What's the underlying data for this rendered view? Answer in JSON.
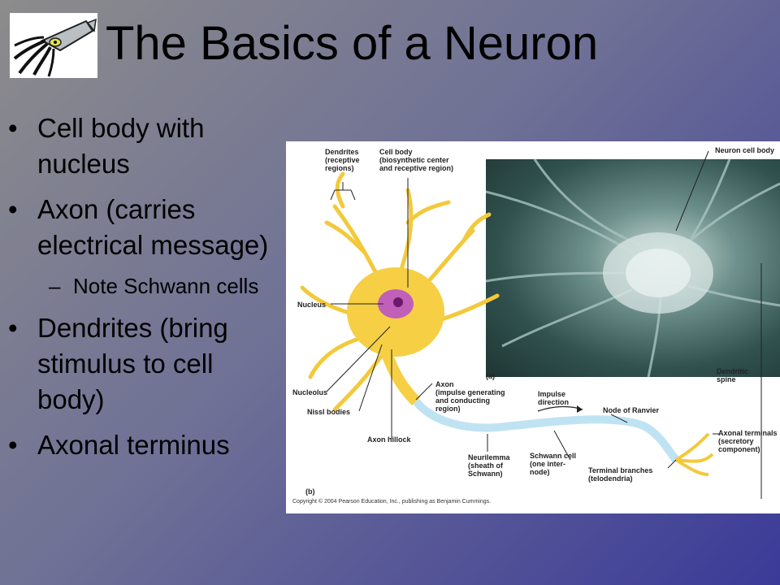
{
  "slide": {
    "title": "The Basics of a Neuron",
    "logo_icon": "squid-icon",
    "bullets": [
      {
        "text": "Cell body with nucleus"
      },
      {
        "text": "Axon (carries electrical message)"
      },
      {
        "sub": "Note Schwann cells"
      },
      {
        "text": "Dendrites (bring stimulus to cell body)"
      },
      {
        "text": "Axonal terminus"
      }
    ]
  },
  "figure": {
    "labels": {
      "dendrites": "Dendrites\n(receptive\nregions)",
      "cell_body": "Cell body\n(biosynthetic center\nand receptive region)",
      "neuron_cell_body": "Neuron cell body",
      "nucleus": "Nucleus",
      "nucleolus": "Nucleolus",
      "nissl_bodies": "Nissl bodies",
      "axon": "Axon\n(impulse generating\nand conducting\nregion)",
      "axon_hillock": "Axon hillock",
      "impulse_direction": "Impulse\ndirection",
      "node_of_ranvier": "Node of Ranvier",
      "schwann_cell": "Schwann cell\n(one inter-\nnode)",
      "neurilemma": "Neurilemma\n(sheath of\nSchwann)",
      "terminal_branches": "Terminal branches\n(telodendria)",
      "axonal_terminals": "Axonal terminals\n(secretory\ncomponent)",
      "dendritic_spine": "Dendritic\nspine",
      "panel_a": "(a)",
      "panel_b": "(b)"
    },
    "copyright": "Copyright © 2004 Pearson Education, Inc., publishing as Benjamin Cummings."
  }
}
